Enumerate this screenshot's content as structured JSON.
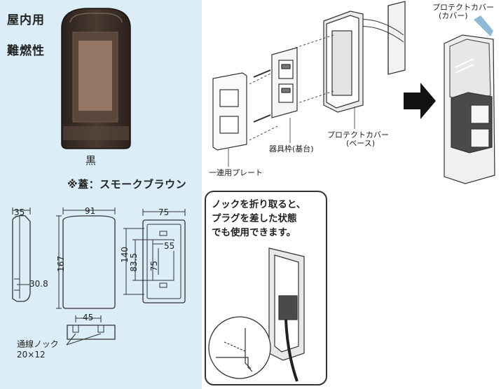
{
  "badges": {
    "indoor": "屋内用",
    "flame_retardant": "難燃性"
  },
  "product": {
    "color": "黒",
    "cover_note": "※蓋：スモークブラウン"
  },
  "dimensions": {
    "side_depth": "35",
    "side_bottom_depth": "30.8",
    "front_width": "91",
    "front_height": "167",
    "back_width": "75",
    "back_height": "140",
    "back_inner_height": "83.5",
    "back_inner_width": "55",
    "back_box_height": "75",
    "bottom_knock_spacing": "45",
    "knock_label_line1": "通線ノック",
    "knock_label_line2": "20×12"
  },
  "assembly": {
    "plate_label": "一連用プレート",
    "frame_label": "器具枠(基台)",
    "base_label_line1": "プロテクトカバー",
    "base_label_line2": "(ベース)",
    "cover_label_line1": "プロテクトカバー",
    "cover_label_line2": "(カバー)"
  },
  "callout": {
    "line1": "ノックを折り取ると、",
    "line2": "プラグを差した状態",
    "line3": "でも使用できます。"
  },
  "colors": {
    "panel_bg": "#dbeef8",
    "product_dark": "#3b2e27",
    "accent_arrow": "#8fb9d6"
  }
}
